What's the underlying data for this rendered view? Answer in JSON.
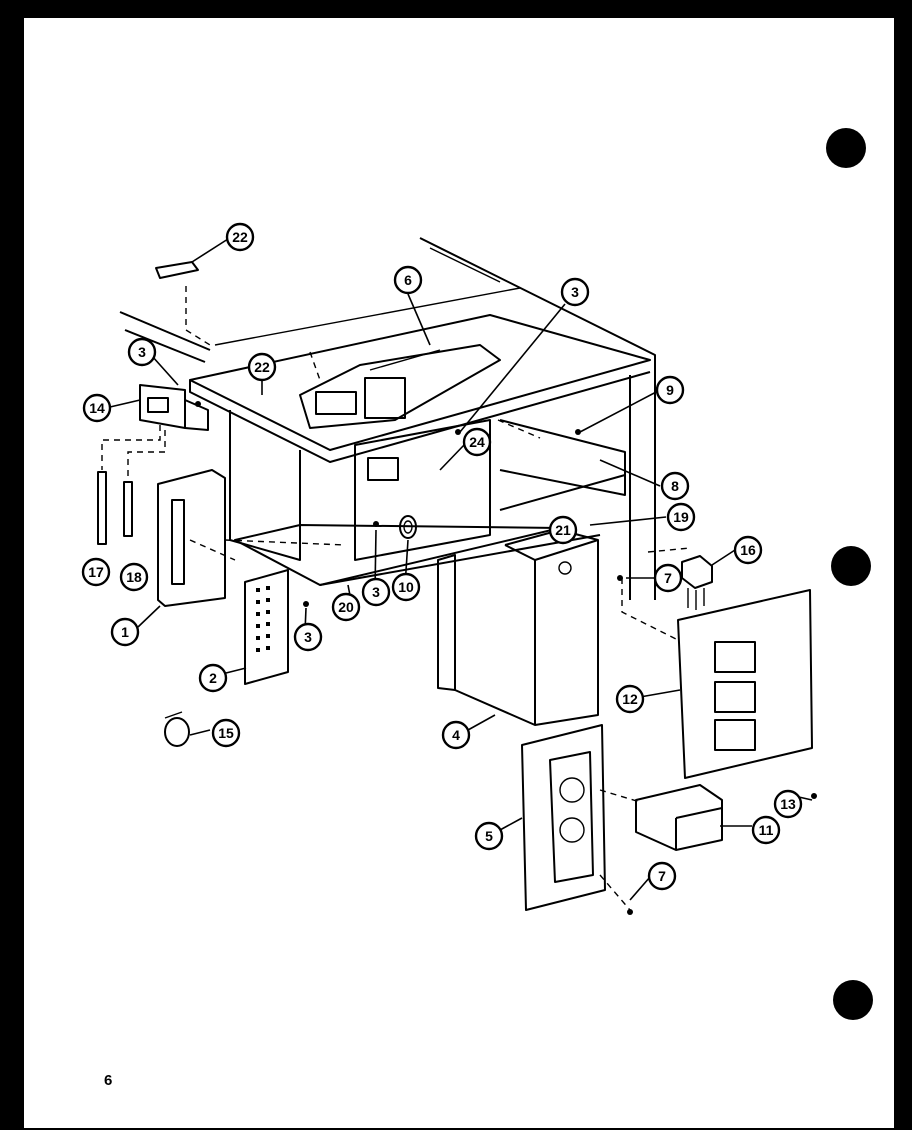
{
  "page": {
    "number": "6"
  },
  "callouts": {
    "c22_top": "22",
    "c6_top": "6",
    "c3_top": "3",
    "c3_left": "3",
    "c14": "14",
    "c22_left": "22",
    "c24": "24",
    "c9": "9",
    "c8": "8",
    "c21": "21",
    "c19": "19",
    "c7_right": "7",
    "c16": "16",
    "c17": "17",
    "c18": "18",
    "c1": "1",
    "c20": "20",
    "c3_mid": "3",
    "c10": "10",
    "c3_bottom": "3",
    "c2": "2",
    "c12": "12",
    "c4": "4",
    "c15": "15",
    "c13": "13",
    "c11": "11",
    "c5": "5",
    "c7_bottom": "7"
  }
}
